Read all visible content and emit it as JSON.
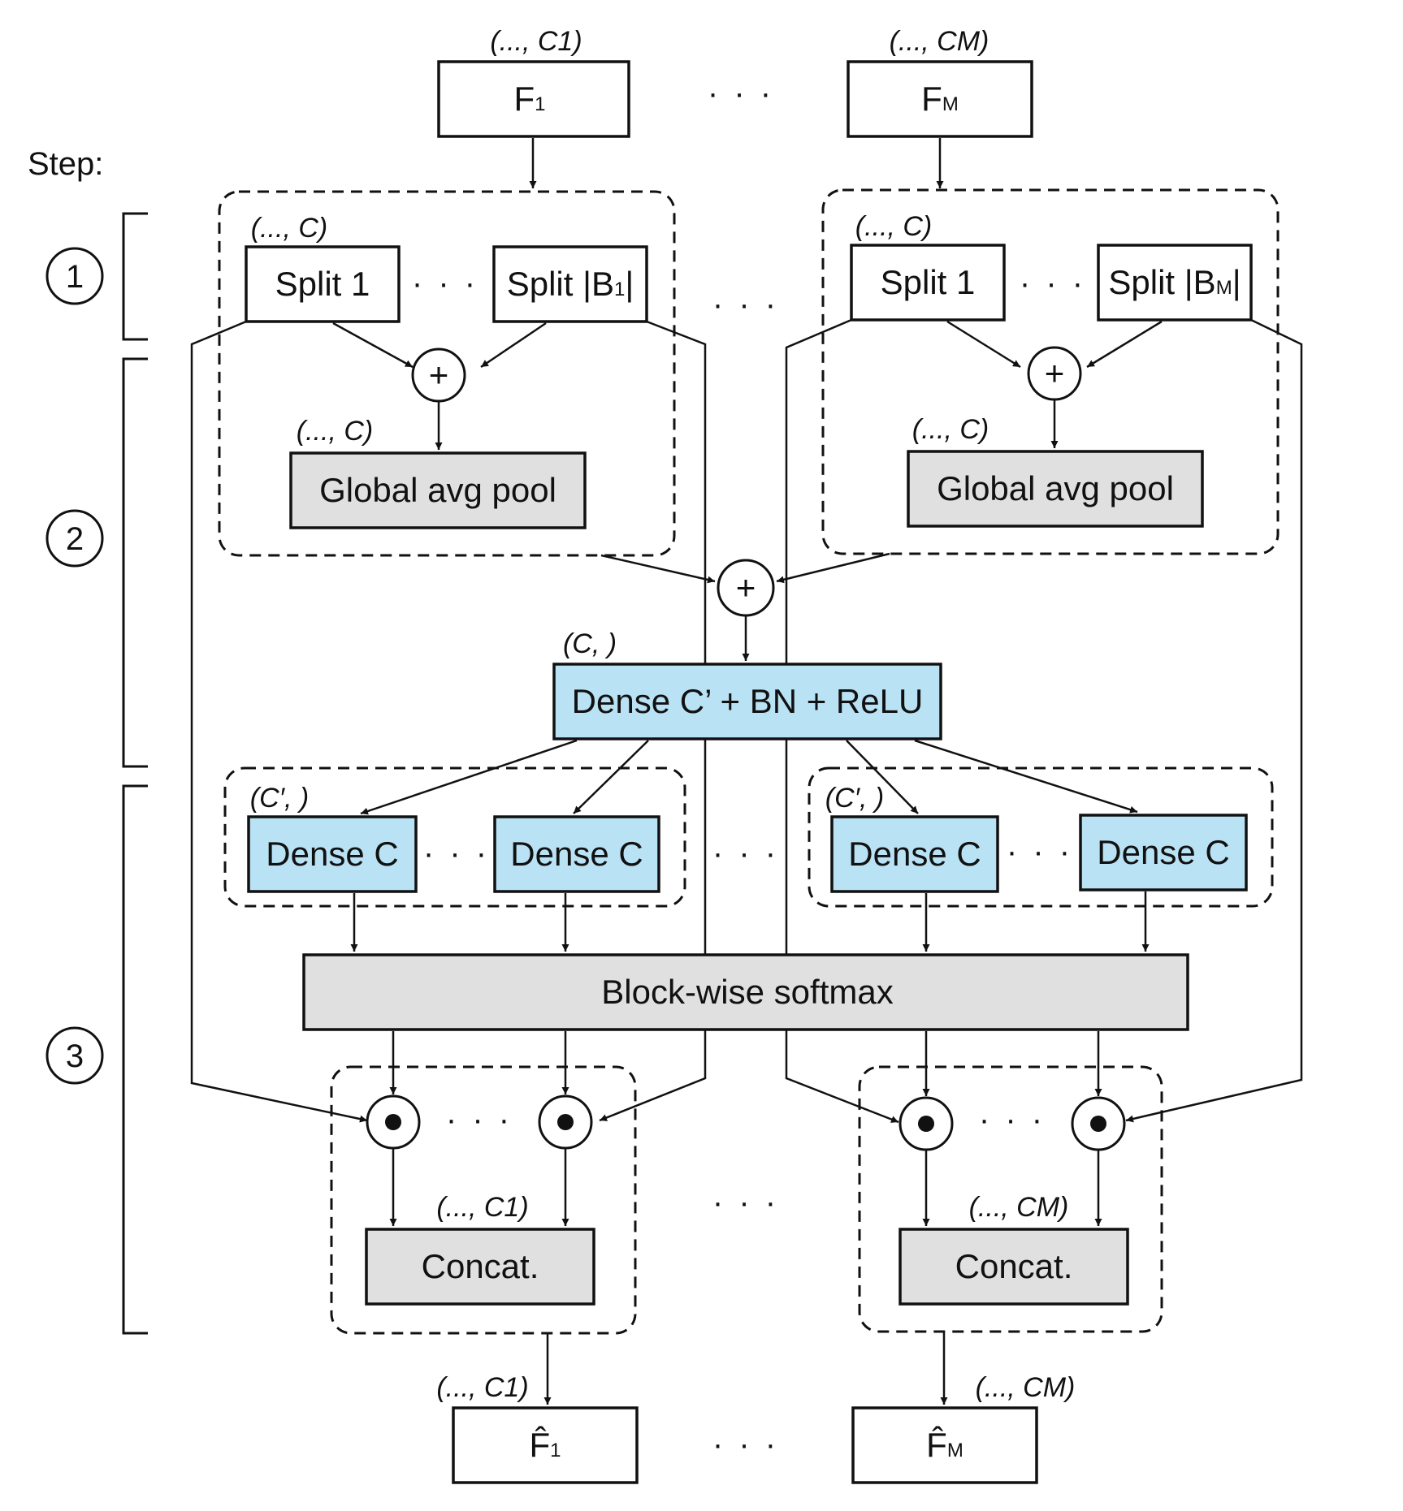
{
  "step_header": "Step:",
  "steps": [
    "1",
    "2",
    "3"
  ],
  "inputs": {
    "f1": {
      "label": "F",
      "sub": "1",
      "shape": "(..., C1)"
    },
    "fm": {
      "label": "F",
      "sub": "M",
      "shape": "(..., CM)"
    }
  },
  "split": {
    "left": {
      "shape": "(..., C)",
      "first": "Split 1",
      "last_prefix": "Split |B",
      "last_sub": "1",
      "last_suffix": "|"
    },
    "right": {
      "shape": "(..., C)",
      "first": "Split 1",
      "last_prefix": "Split |B",
      "last_sub": "M",
      "last_suffix": "|"
    }
  },
  "pool": {
    "left": {
      "shape": "(..., C)",
      "label": "Global avg pool"
    },
    "right": {
      "shape": "(..., C)",
      "label": "Global avg pool"
    }
  },
  "plus_symbol": "+",
  "dense_main": {
    "shape": "(C, )",
    "label": "Dense C’ + BN + ReLU"
  },
  "dense_c": {
    "shape_left": "(C′, )",
    "shape_right": "(C′, )",
    "label": "Dense C"
  },
  "softmax": {
    "label": "Block-wise softmax"
  },
  "concat": {
    "left": {
      "shape": "(..., C1)",
      "label": "Concat."
    },
    "right": {
      "shape": "(..., CM)",
      "label": "Concat."
    }
  },
  "outputs": {
    "f1": {
      "label": "F̂",
      "sub": "1",
      "shape": "(..., C1)"
    },
    "fm": {
      "label": "F̂",
      "sub": "M",
      "shape": "(..., CM)"
    }
  },
  "ellipsis": "· · ·"
}
